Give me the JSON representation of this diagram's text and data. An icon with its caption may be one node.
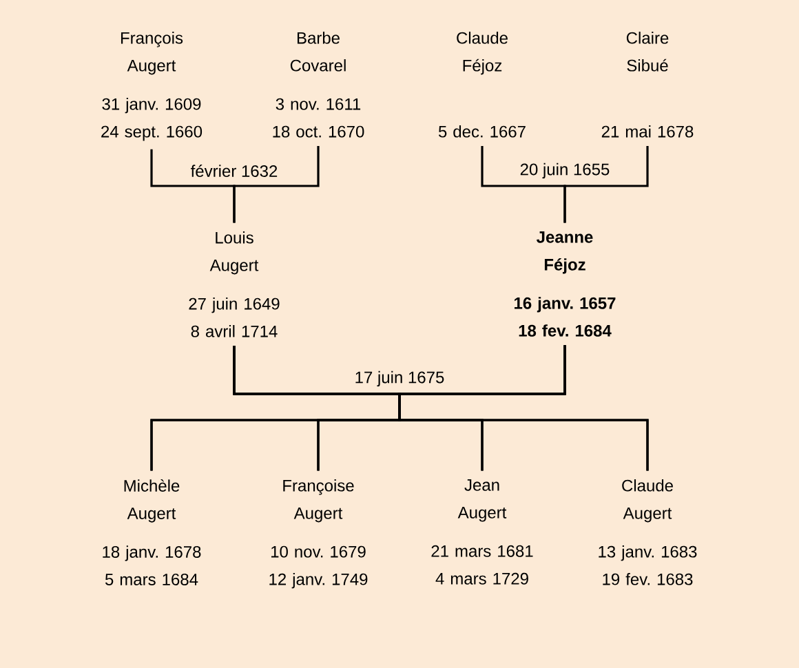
{
  "diagram": {
    "nodes": [
      {
        "text": [
          "François Augert",
          "31 janv. 1609",
          "24 sept. 1660"
        ]
      },
      {
        "text": [
          "Barbe Covarel",
          "3 nov. 1611",
          "18 oct. 1670"
        ]
      },
      {
        "text": [
          "Claude Féjoz",
          "5 dec. 1667"
        ]
      },
      {
        "text": [
          "Claire Sibué",
          "21 mai 1678"
        ]
      },
      {
        "text": [
          "Louis Augert",
          "27 juin 1649",
          "8 avril 1714"
        ]
      },
      {
        "text": [
          "Jeanne Féjoz",
          "16 janv. 1657",
          "18 fev. 1684"
        ]
      },
      {
        "text": [
          "Michèle Augert",
          "18 janv. 1678",
          "5 mars 1684"
        ]
      },
      {
        "text": [
          "Françoise Augert",
          "10 nov. 1679",
          "12 janv. 1749"
        ]
      },
      {
        "text": [
          "Jean Augert",
          "21 mars 1681",
          "4 mars 1729"
        ]
      },
      {
        "text": [
          "Claude Augert",
          "13 janv. 1683",
          "19 fev. 1683"
        ]
      }
    ],
    "edges": [
      {
        "from": 0,
        "to": 4,
        "arrow": "none",
        "label": "février 1632"
      },
      {
        "from": 1,
        "to": 4,
        "arrow": "none"
      },
      {
        "from": 2,
        "to": 5,
        "arrow": "none",
        "label": "20 juin 1655"
      },
      {
        "from": 3,
        "to": 5,
        "arrow": "none"
      },
      {
        "from": 4,
        "to": 6,
        "arrow": "none",
        "label": "17 juin 1675"
      },
      {
        "from": 4,
        "to": 7,
        "arrow": "none"
      },
      {
        "from": 4,
        "to": 8,
        "arrow": "none"
      },
      {
        "from": 4,
        "to": 9,
        "arrow": "none"
      },
      {
        "from": 5,
        "to": 6,
        "arrow": "none"
      },
      {
        "from": 5,
        "to": 7,
        "arrow": "none"
      },
      {
        "from": 5,
        "to": 8,
        "arrow": "none"
      },
      {
        "from": 5,
        "to": 9,
        "arrow": "none"
      }
    ]
  }
}
